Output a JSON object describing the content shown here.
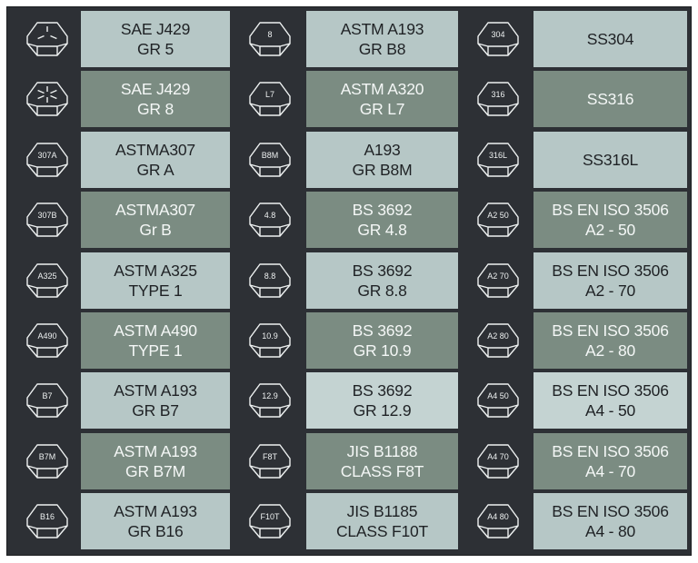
{
  "rows": [
    [
      {
        "mark": "",
        "mark_type": "three-radial-lines",
        "line1": "SAE J429",
        "line2": "GR 5",
        "tone": "light"
      },
      {
        "mark": "8",
        "mark_type": "text",
        "line1": "ASTM A193",
        "line2": "GR B8",
        "tone": "light"
      },
      {
        "mark": "304",
        "mark_type": "text",
        "line1": "SS304",
        "line2": "",
        "tone": "light"
      }
    ],
    [
      {
        "mark": "",
        "mark_type": "six-radial-lines",
        "line1": "SAE J429",
        "line2": "GR 8",
        "tone": "dark"
      },
      {
        "mark": "L7",
        "mark_type": "text",
        "line1": "ASTM A320",
        "line2": "GR L7",
        "tone": "dark"
      },
      {
        "mark": "316",
        "mark_type": "text",
        "line1": "SS316",
        "line2": "",
        "tone": "dark"
      }
    ],
    [
      {
        "mark": "307A",
        "mark_type": "text",
        "line1": "ASTMA307",
        "line2": "GR A",
        "tone": "light"
      },
      {
        "mark": "B8M",
        "mark_type": "text",
        "line1": "A193",
        "line2": "GR B8M",
        "tone": "light"
      },
      {
        "mark": "316L",
        "mark_type": "text",
        "line1": "SS316L",
        "line2": "",
        "tone": "light"
      }
    ],
    [
      {
        "mark": "307B",
        "mark_type": "text",
        "line1": "ASTMA307",
        "line2": "Gr B",
        "tone": "dark"
      },
      {
        "mark": "4.8",
        "mark_type": "text",
        "line1": "BS 3692",
        "line2": "GR 4.8",
        "tone": "dark"
      },
      {
        "mark": "A2 50",
        "mark_type": "text",
        "line1": "BS EN ISO 3506",
        "line2": "A2 - 50",
        "tone": "dark"
      }
    ],
    [
      {
        "mark": "A325",
        "mark_type": "text",
        "line1": "ASTM A325",
        "line2": "TYPE 1",
        "tone": "light"
      },
      {
        "mark": "8.8",
        "mark_type": "text",
        "line1": "BS 3692",
        "line2": "GR 8.8",
        "tone": "light"
      },
      {
        "mark": "A2 70",
        "mark_type": "text",
        "line1": "BS EN ISO 3506",
        "line2": "A2 - 70",
        "tone": "light"
      }
    ],
    [
      {
        "mark": "A490",
        "mark_type": "text",
        "line1": "ASTM A490",
        "line2": "TYPE 1",
        "tone": "dark"
      },
      {
        "mark": "10.9",
        "mark_type": "text",
        "line1": "BS 3692",
        "line2": "GR 10.9",
        "tone": "dark"
      },
      {
        "mark": "A2 80",
        "mark_type": "text",
        "line1": "BS EN ISO 3506",
        "line2": "A2 - 80",
        "tone": "dark"
      }
    ],
    [
      {
        "mark": "B7",
        "mark_type": "text",
        "line1": "ASTM A193",
        "line2": "GR B7",
        "tone": "light"
      },
      {
        "mark": "12.9",
        "mark_type": "text",
        "line1": "BS 3692",
        "line2": "GR 12.9",
        "tone": "pale"
      },
      {
        "mark": "A4 50",
        "mark_type": "text",
        "line1": "BS EN ISO 3506",
        "line2": "A4 - 50",
        "tone": "pale"
      }
    ],
    [
      {
        "mark": "B7M",
        "mark_type": "text",
        "line1": "ASTM A193",
        "line2": "GR B7M",
        "tone": "dark"
      },
      {
        "mark": "F8T",
        "mark_type": "text",
        "line1": "JIS B1188",
        "line2": "CLASS F8T",
        "tone": "dark"
      },
      {
        "mark": "A4 70",
        "mark_type": "text",
        "line1": "BS EN ISO 3506",
        "line2": "A4 - 70",
        "tone": "dark"
      }
    ],
    [
      {
        "mark": "B16",
        "mark_type": "text",
        "line1": "ASTM A193",
        "line2": "GR B16",
        "tone": "light"
      },
      {
        "mark": "F10T",
        "mark_type": "text",
        "line1": "JIS B1185",
        "line2": "CLASS F10T",
        "tone": "light"
      },
      {
        "mark": "A4 80",
        "mark_type": "text",
        "line1": "BS EN ISO 3506",
        "line2": "A4 - 80",
        "tone": "light"
      }
    ]
  ]
}
